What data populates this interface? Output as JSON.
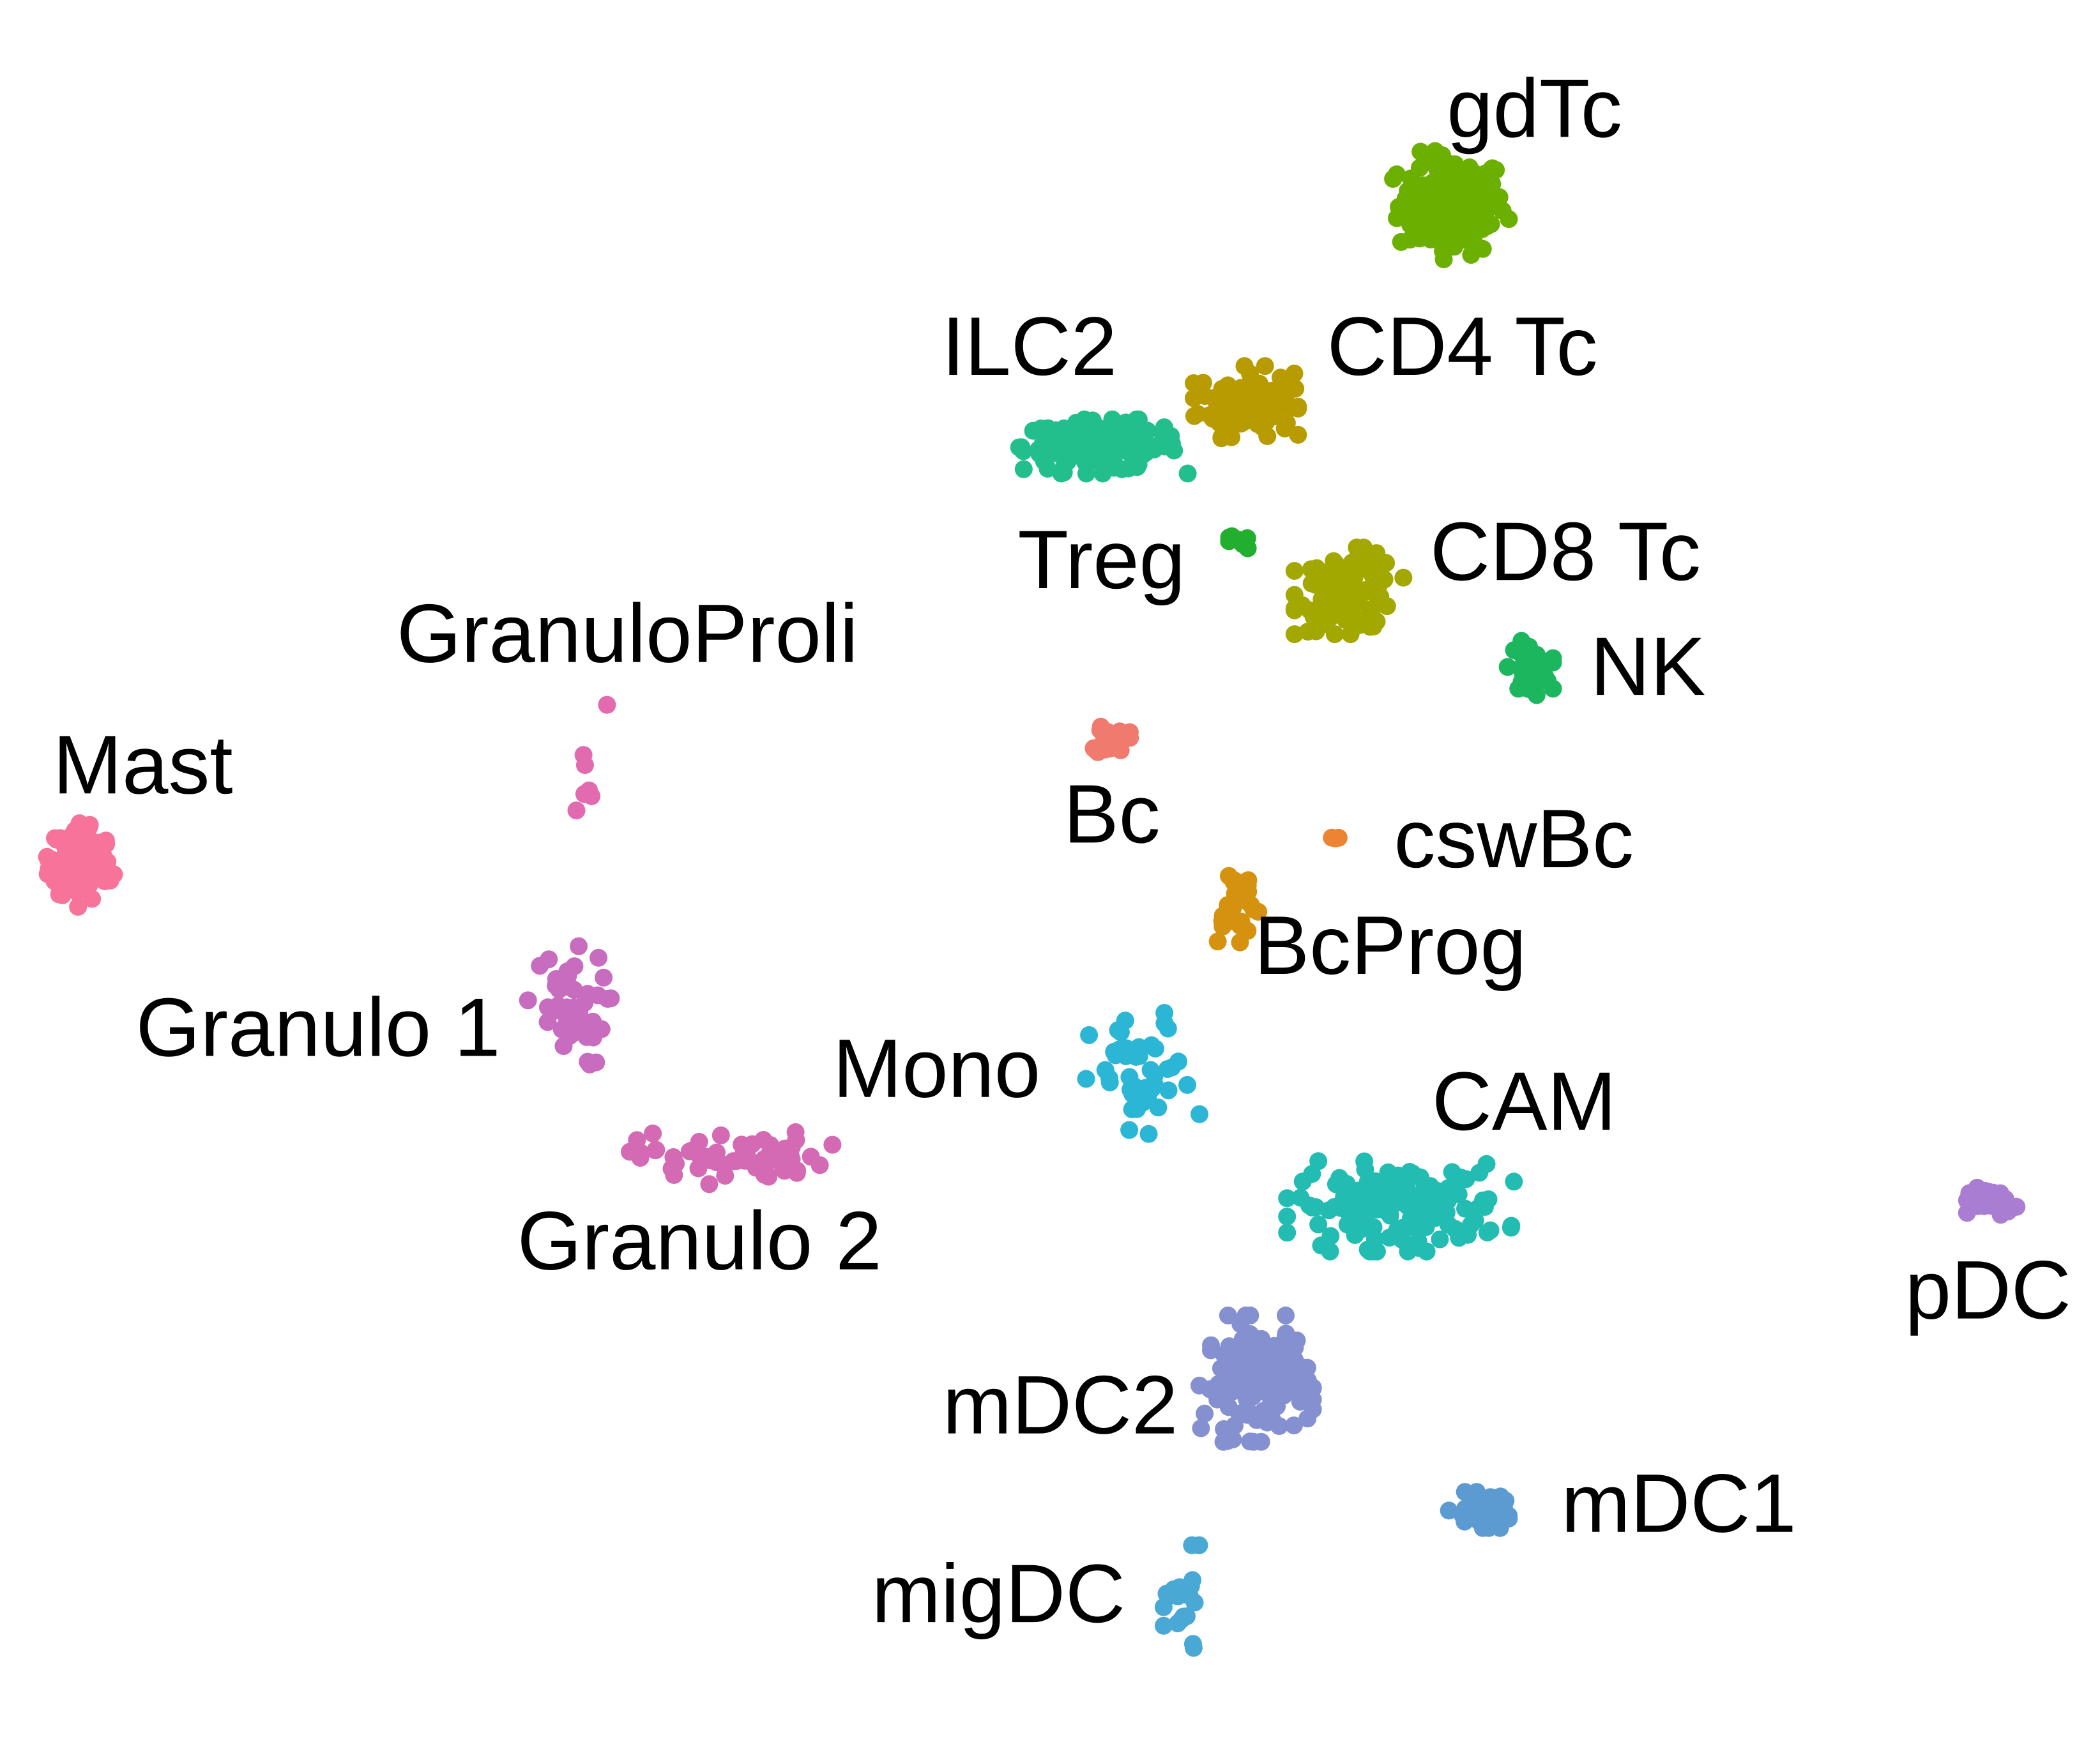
{
  "chart_data": {
    "type": "scatter",
    "title": "",
    "xlabel": "",
    "ylabel": "",
    "axes_visible": false,
    "grid": false,
    "legend": "none",
    "xlim": [
      0,
      100
    ],
    "ylim": [
      0,
      100
    ],
    "clusters": [
      {
        "label": "gdTc",
        "color": "#6BAF00",
        "center": [
          69.5,
          91.0
        ],
        "spread": [
          2.6,
          3.0
        ],
        "n": 140,
        "label_at": [
          73.5,
          96.5
        ]
      },
      {
        "label": "CD4 Tc",
        "color": "#B89B00",
        "center": [
          59.5,
          79.0
        ],
        "spread": [
          2.3,
          2.0
        ],
        "n": 110,
        "label_at": [
          70.0,
          82.0
        ]
      },
      {
        "label": "ILC2",
        "color": "#22BF8C",
        "center": [
          52.5,
          76.3
        ],
        "spread": [
          3.8,
          1.5
        ],
        "n": 160,
        "label_at": [
          49.0,
          82.0
        ]
      },
      {
        "label": "Treg",
        "color": "#22AE2E",
        "center": [
          59.0,
          70.4
        ],
        "spread": [
          0.8,
          0.4
        ],
        "n": 8,
        "label_at": [
          52.5,
          69.0
        ]
      },
      {
        "label": "CD8 Tc",
        "color": "#A3A800",
        "center": [
          64.5,
          67.5
        ],
        "spread": [
          2.4,
          2.4
        ],
        "n": 110,
        "label_at": [
          75.0,
          69.5
        ]
      },
      {
        "label": "NK",
        "color": "#1CB65E",
        "center": [
          73.3,
          62.8
        ],
        "spread": [
          1.0,
          1.5
        ],
        "n": 40,
        "label_at": [
          79.0,
          62.5
        ]
      },
      {
        "label": "GranuloProli",
        "color": "#E26AAE",
        "center": [
          27.5,
          56.5
        ],
        "spread": [
          1.0,
          4.0
        ],
        "n": 7,
        "label_at": [
          29.5,
          64.5
        ]
      },
      {
        "label": "Mast",
        "color": "#F7739A",
        "center": [
          3.0,
          51.0
        ],
        "spread": [
          1.5,
          2.5
        ],
        "n": 120,
        "label_at": [
          6.0,
          56.5
        ]
      },
      {
        "label": "Bc",
        "color": "#F07A6D",
        "center": [
          53.0,
          58.5
        ],
        "spread": [
          0.8,
          1.0
        ],
        "n": 22,
        "label_at": [
          53.0,
          53.5
        ]
      },
      {
        "label": "cswBc",
        "color": "#EC8431",
        "center": [
          64.0,
          52.3
        ],
        "spread": [
          0.3,
          0.3
        ],
        "n": 3,
        "label_at": [
          72.5,
          52.0
        ]
      },
      {
        "label": "BcProg",
        "color": "#D4920F",
        "center": [
          59.0,
          48.5
        ],
        "spread": [
          1.2,
          2.5
        ],
        "n": 25,
        "label_at": [
          66.5,
          45.5
        ]
      },
      {
        "label": "Granulo 1",
        "color": "#C76CBF",
        "center": [
          26.5,
          42.0
        ],
        "spread": [
          2.0,
          3.5
        ],
        "n": 45,
        "label_at": [
          14.5,
          40.5
        ]
      },
      {
        "label": "Granulo 2",
        "color": "#D469B4",
        "center": [
          34.5,
          33.0
        ],
        "spread": [
          4.5,
          1.5
        ],
        "n": 60,
        "label_at": [
          33.0,
          27.5
        ]
      },
      {
        "label": "Mono",
        "color": "#2AB6D4",
        "center": [
          54.5,
          37.5
        ],
        "spread": [
          2.5,
          4.0
        ],
        "n": 45,
        "label_at": [
          44.5,
          38.0
        ]
      },
      {
        "label": "CAM",
        "color": "#22BCB3",
        "center": [
          67.0,
          30.0
        ],
        "spread": [
          5.0,
          2.5
        ],
        "n": 160,
        "label_at": [
          73.0,
          36.0
        ]
      },
      {
        "label": "pDC",
        "color": "#A97DD1",
        "center": [
          95.8,
          30.3
        ],
        "spread": [
          1.2,
          0.8
        ],
        "n": 30,
        "label_at": [
          95.5,
          24.5
        ]
      },
      {
        "label": "mDC2",
        "color": "#8590D0",
        "center": [
          60.0,
          19.5
        ],
        "spread": [
          2.5,
          3.5
        ],
        "n": 140,
        "label_at": [
          50.5,
          17.5
        ]
      },
      {
        "label": "mDC1",
        "color": "#5B9BD1",
        "center": [
          71.0,
          11.5
        ],
        "spread": [
          1.5,
          1.0
        ],
        "n": 50,
        "label_at": [
          80.5,
          11.5
        ]
      },
      {
        "label": "migDC",
        "color": "#4AA9D4",
        "center": [
          56.5,
          5.5
        ],
        "spread": [
          0.9,
          3.5
        ],
        "n": 22,
        "label_at": [
          47.5,
          6.0
        ]
      }
    ]
  }
}
